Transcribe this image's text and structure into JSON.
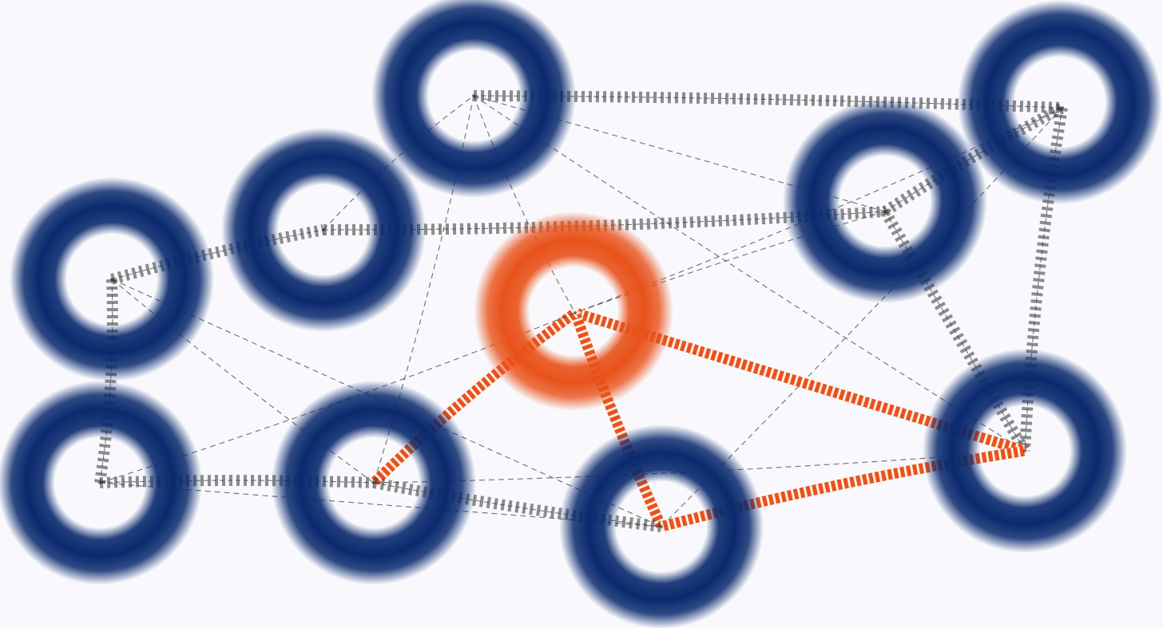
{
  "colors": {
    "background": "#f9f9fd",
    "node_primary": "#0a2a6e",
    "node_highlight": "#e8521a",
    "edge_dark": "#333333",
    "edge_highlight": "#e8521a",
    "edge_highlight_stripe": "#ffffff"
  },
  "nodes": [
    {
      "id": "n1",
      "highlighted": false
    },
    {
      "id": "n2",
      "highlighted": false
    },
    {
      "id": "n3",
      "highlighted": false
    },
    {
      "id": "n4",
      "highlighted": false
    },
    {
      "id": "n5",
      "highlighted": false
    },
    {
      "id": "n6",
      "highlighted": true
    },
    {
      "id": "n7",
      "highlighted": false
    },
    {
      "id": "n8",
      "highlighted": false
    },
    {
      "id": "n9",
      "highlighted": false
    },
    {
      "id": "n10",
      "highlighted": false
    }
  ],
  "edges": [
    {
      "from": "n1",
      "to": "n7",
      "style": "heavy"
    },
    {
      "from": "n1",
      "to": "n2",
      "style": "heavy"
    },
    {
      "from": "n1",
      "to": "n9",
      "style": "light"
    },
    {
      "from": "n1",
      "to": "n8",
      "style": "light"
    },
    {
      "from": "n2",
      "to": "n4",
      "style": "heavy"
    },
    {
      "from": "n2",
      "to": "n3",
      "style": "light"
    },
    {
      "from": "n3",
      "to": "n5",
      "style": "heavy"
    },
    {
      "from": "n3",
      "to": "n4",
      "style": "light"
    },
    {
      "from": "n3",
      "to": "n10",
      "style": "light"
    },
    {
      "from": "n3",
      "to": "n6",
      "style": "light"
    },
    {
      "from": "n3",
      "to": "n8",
      "style": "light"
    },
    {
      "from": "n4",
      "to": "n5",
      "style": "heavy"
    },
    {
      "from": "n4",
      "to": "n10",
      "style": "heavy"
    },
    {
      "from": "n4",
      "to": "n6",
      "style": "light"
    },
    {
      "from": "n5",
      "to": "n10",
      "style": "heavy"
    },
    {
      "from": "n5",
      "to": "n6",
      "style": "light"
    },
    {
      "from": "n5",
      "to": "n9",
      "style": "light"
    },
    {
      "from": "n6",
      "to": "n10",
      "style": "highlight"
    },
    {
      "from": "n6",
      "to": "n9",
      "style": "highlight"
    },
    {
      "from": "n6",
      "to": "n8",
      "style": "highlight"
    },
    {
      "from": "n6",
      "to": "n7",
      "style": "light"
    },
    {
      "from": "n7",
      "to": "n8",
      "style": "heavy"
    },
    {
      "from": "n7",
      "to": "n9",
      "style": "light"
    },
    {
      "from": "n8",
      "to": "n9",
      "style": "heavy"
    },
    {
      "from": "n8",
      "to": "n10",
      "style": "light"
    },
    {
      "from": "n9",
      "to": "n10",
      "style": "highlight"
    }
  ]
}
